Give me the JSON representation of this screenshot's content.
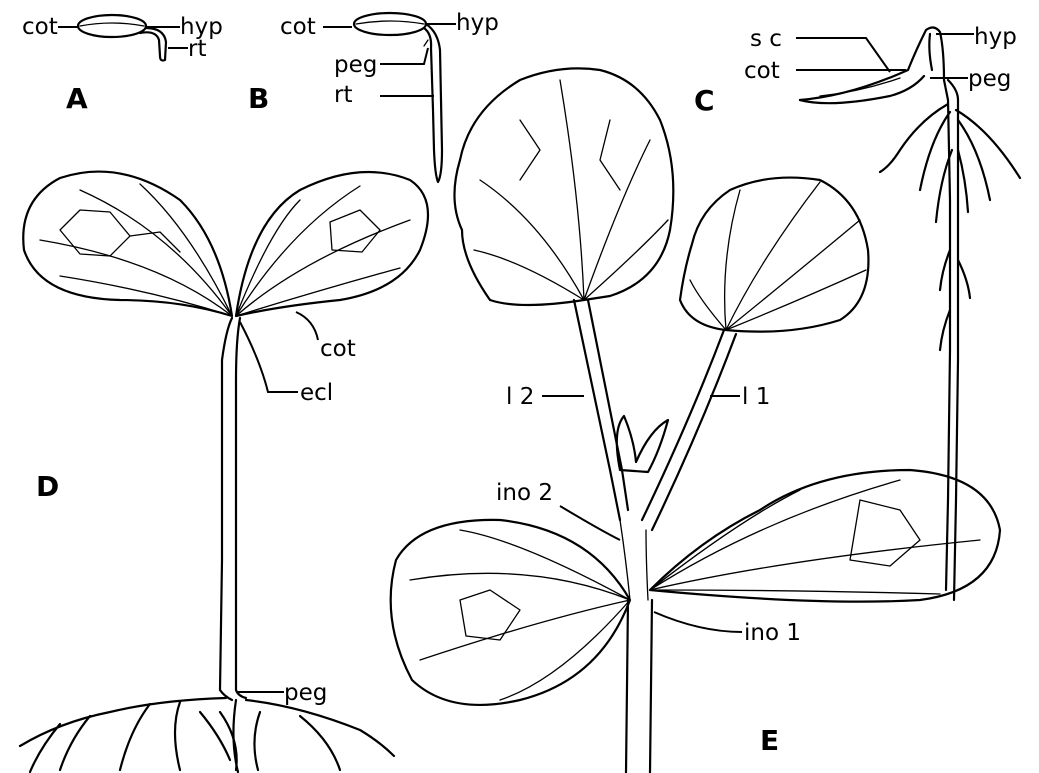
{
  "diagram": {
    "panels": {
      "A": "A",
      "B": "B",
      "C": "C",
      "D": "D",
      "E": "E"
    },
    "labels": {
      "a_cot": "cot",
      "a_hyp": "hyp",
      "a_rt": "rt",
      "b_cot": "cot",
      "b_hyp": "hyp",
      "b_peg": "peg",
      "b_rt": "rt",
      "c_sc": "s c",
      "c_cot": "cot",
      "c_hyp": "hyp",
      "c_peg": "peg",
      "d_cot": "cot",
      "d_ecl": "ecl",
      "d_peg": "peg",
      "e_l2": "l 2",
      "e_l1": "l 1",
      "e_ino2": "ino 2",
      "e_ino1": "ino 1"
    }
  }
}
